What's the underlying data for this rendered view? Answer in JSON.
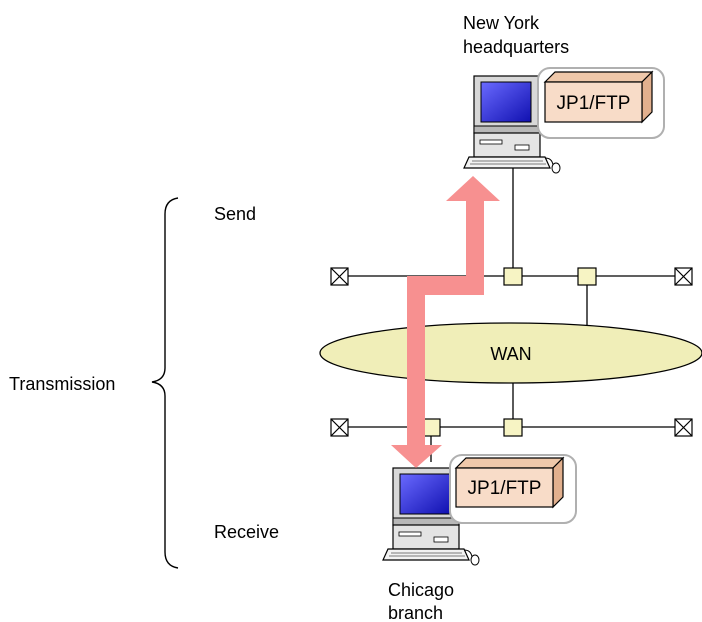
{
  "nodes": {
    "hq": {
      "label_line1": "New York",
      "label_line2": "headquarters",
      "software": "JP1/FTP"
    },
    "branch": {
      "label_line1": "Chicago",
      "label_line2": "branch",
      "software": "JP1/FTP"
    }
  },
  "network": {
    "label": "WAN"
  },
  "process": {
    "group_label": "Transmission",
    "send_label": "Send",
    "receive_label": "Receive"
  },
  "colors": {
    "arrow": "#f79090",
    "wan_fill": "#f0eeb8",
    "hub_fill": "#f7f4c4",
    "software_box": "#f8dcc8",
    "software_box_side": "#e2b08e",
    "monitor_screen": "#2a2ad0"
  }
}
